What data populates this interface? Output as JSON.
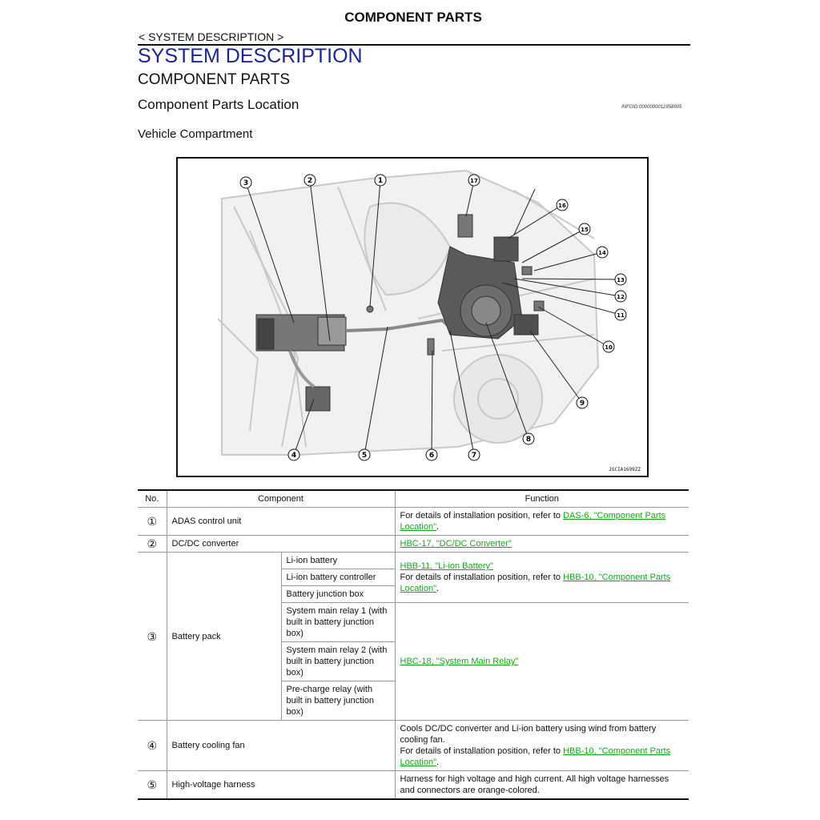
{
  "header": {
    "page_title": "COMPONENT PARTS",
    "breadcrumb": "< SYSTEM DESCRIPTION >"
  },
  "section": {
    "title": "SYSTEM DESCRIPTION",
    "subtitle": "COMPONENT PARTS",
    "location_title": "Component Parts Location",
    "info_id": "INFOID:0000000012958905",
    "compartment_title": "Vehicle Compartment"
  },
  "figure": {
    "code": "JSCIA1699ZZ",
    "callouts": [
      "1",
      "2",
      "3",
      "4",
      "5",
      "6",
      "7",
      "8",
      "9",
      "10",
      "11",
      "12",
      "13",
      "14",
      "15",
      "16",
      "17"
    ]
  },
  "table": {
    "headers": {
      "no": "No.",
      "component": "Component",
      "function": "Function"
    },
    "rows": {
      "r1": {
        "no": "①",
        "component": "ADAS control unit",
        "func_prefix": "For details of installation position, refer to ",
        "func_link": "DAS-6, \"Component Parts Location\"",
        "func_suffix": "."
      },
      "r2": {
        "no": "②",
        "component": "DC/DC converter",
        "func_link": "HBC-17, \"DC/DC Converter\""
      },
      "r3": {
        "no": "③",
        "component": "Battery pack",
        "sub1": "Li-ion battery",
        "sub2": "Li-ion battery controller",
        "sub3": "Battery junction box",
        "sub4": "System main relay 1 (with built in battery junction box)",
        "sub5": "System main relay 2 (with built in battery junction box)",
        "sub6": "Pre-charge relay (with built in battery junction box)",
        "func_a_link1": "HBB-11, \"Li-ion Battery\"",
        "func_a_prefix": "For details of installation position, refer to ",
        "func_a_link2": "HBB-10, \"Component Parts Location\"",
        "func_a_suffix": ".",
        "func_b_link": "HBC-18, \"System Main Relay\""
      },
      "r4": {
        "no": "④",
        "component": "Battery cooling fan",
        "func_text": "Cools DC/DC converter and Li-ion battery using wind from battery cooling fan.",
        "func_prefix": "For details of installation position, refer to ",
        "func_link": "HBB-10, \"Component Parts Location\"",
        "func_suffix": "."
      },
      "r5": {
        "no": "⑤",
        "component": "High-voltage harness",
        "func_text": "Harness for high voltage and high current. All high voltage harnesses and connectors are orange-colored."
      }
    }
  }
}
